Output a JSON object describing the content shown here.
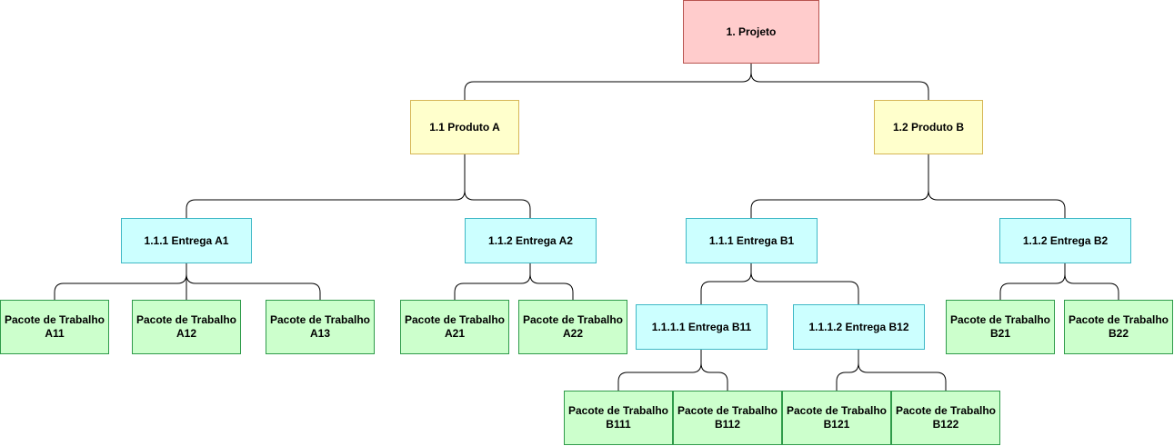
{
  "colors": {
    "project_fill": "#ffcccc",
    "project_border": "#b85450",
    "product_fill": "#ffffcc",
    "product_border": "#d6b656",
    "delivery_fill": "#ccffff",
    "delivery_border": "#3fb8c6",
    "work_fill": "#ccffcc",
    "work_border": "#2f9b4a",
    "connector": "#000000"
  },
  "wbs": {
    "project": "1. Projeto",
    "product_a": "1.1 Produto A",
    "product_b": "1.2 Produto B",
    "entrega_a1": "1.1.1 Entrega A1",
    "entrega_a2": "1.1.2 Entrega A2",
    "entrega_b1": "1.1.1 Entrega B1",
    "entrega_b2": "1.1.2 Entrega B2",
    "entrega_b11": "1.1.1.1 Entrega B11",
    "entrega_b12": "1.1.1.2 Entrega B12",
    "pt_a11": "Pacote de Trabalho\nA11",
    "pt_a12": "Pacote de Trabalho\nA12",
    "pt_a13": "Pacote de Trabalho\nA13",
    "pt_a21": "Pacote de Trabalho\nA21",
    "pt_a22": "Pacote de Trabalho\nA22",
    "pt_b21": "Pacote de Trabalho\nB21",
    "pt_b22": "Pacote de Trabalho\nB22",
    "pt_b111": "Pacote de Trabalho\nB111",
    "pt_b112": "Pacote de Trabalho\nB112",
    "pt_b121": "Pacote de Trabalho\nB121",
    "pt_b122": "Pacote de Trabalho\nB122"
  }
}
